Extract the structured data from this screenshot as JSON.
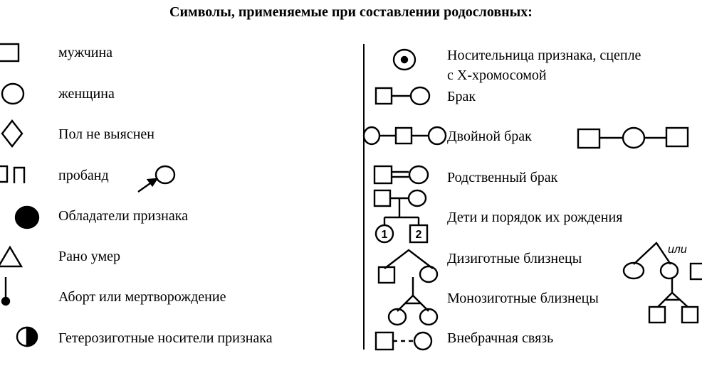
{
  "title": "Символы, применяемые при составлении родословных:",
  "left": [
    {
      "key": "male",
      "label": "мужчина"
    },
    {
      "key": "female",
      "label": "женщина"
    },
    {
      "key": "unknown_sex",
      "label": "Пол не выяснен"
    },
    {
      "key": "proband",
      "label": "пробанд"
    },
    {
      "key": "affected",
      "label": "Обладатели признака"
    },
    {
      "key": "died_early",
      "label": "Рано умер"
    },
    {
      "key": "abortion",
      "label": "Аборт или мертворождение"
    },
    {
      "key": "heterozygous",
      "label": "Гетерозиготные носители признака"
    }
  ],
  "right": [
    {
      "key": "x_carrier",
      "label": "Носительница признака, сцепле",
      "label2": "с X-хромосомой"
    },
    {
      "key": "marriage",
      "label": "Брак"
    },
    {
      "key": "double_marriage",
      "label": "Двойной брак"
    },
    {
      "key": "consanguineous",
      "label": "Родственный брак"
    },
    {
      "key": "children",
      "label": "Дети и порядок их рождения"
    },
    {
      "key": "dizygotic",
      "label": "Дизиготные близнецы"
    },
    {
      "key": "monozygotic",
      "label": "Монозиготные близнецы"
    },
    {
      "key": "extramarital",
      "label": "Внебрачная связь"
    }
  ],
  "annotations": {
    "or": "или",
    "child1": "1",
    "child2": "2"
  }
}
